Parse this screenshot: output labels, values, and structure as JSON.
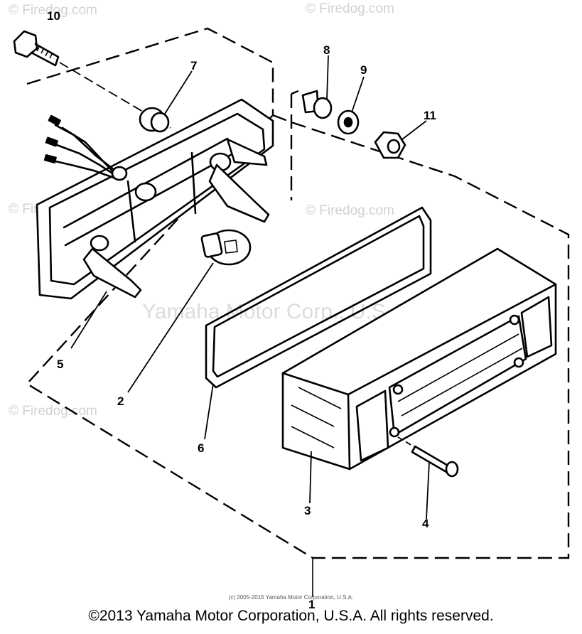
{
  "callouts": {
    "c1": "1",
    "c2": "2",
    "c3": "3",
    "c4": "4",
    "c5": "5",
    "c6": "6",
    "c7": "7",
    "c8": "8",
    "c9": "9",
    "c10": "10",
    "c11": "11"
  },
  "watermarks": {
    "firedog": "© Firedog.com",
    "center": "Yamaha Motor Corp., U.S.A."
  },
  "footer": {
    "small": "(c) 2005-2015 Yamaha Motor Corporation, U.S.A.",
    "copyright": "©2013 Yamaha Motor Corporation, U.S.A. All rights reserved."
  }
}
